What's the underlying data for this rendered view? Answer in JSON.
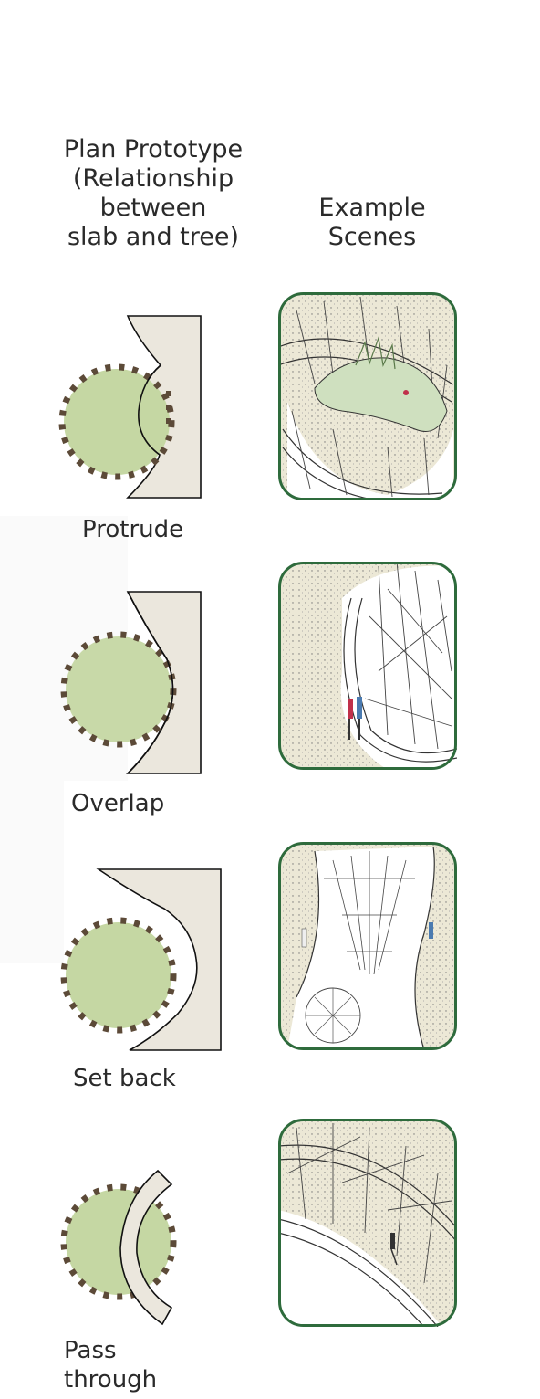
{
  "headers": {
    "plan_prototype": [
      "Plan Prototype",
      "(Relationship",
      "between",
      "slab and tree)"
    ],
    "example_scenes": [
      "Example",
      "Scenes"
    ]
  },
  "rows": [
    {
      "label": [
        "Protrude"
      ]
    },
    {
      "label": [
        "Overlap"
      ]
    },
    {
      "label": [
        "Set back"
      ]
    },
    {
      "label": [
        "Pass",
        "through"
      ]
    }
  ],
  "colors": {
    "tree_fill": "#c5d7a3",
    "tree_dashes": "#5c4a38",
    "slab_fill": "#ebe7dd",
    "scene_frame": "#2e6b3c",
    "scene_ground": "#ece8d6"
  },
  "icons": {
    "tree": "tree-canopy-icon",
    "slab": "slab-shape-icon",
    "scene": "perspective-scene-sketch"
  }
}
